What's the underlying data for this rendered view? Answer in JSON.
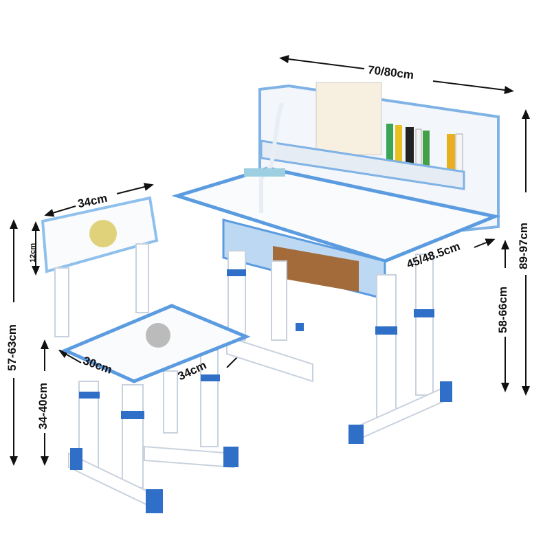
{
  "dimensions": {
    "desk_width": "70/80cm",
    "desk_total_height": "89-97cm",
    "desk_depth": "45/48.5cm",
    "desk_height": "58-66cm",
    "chair_back_width": "34cm",
    "chair_back_height": "12cm",
    "chair_total_height": "57-63cm",
    "chair_seat_height": "34-40cm",
    "chair_seat_width": "30cm",
    "chair_seat_depth": "34cm"
  },
  "colors": {
    "accent": "#4a90d9",
    "frame": "#ffffff",
    "foot": "#2f6fc8"
  }
}
